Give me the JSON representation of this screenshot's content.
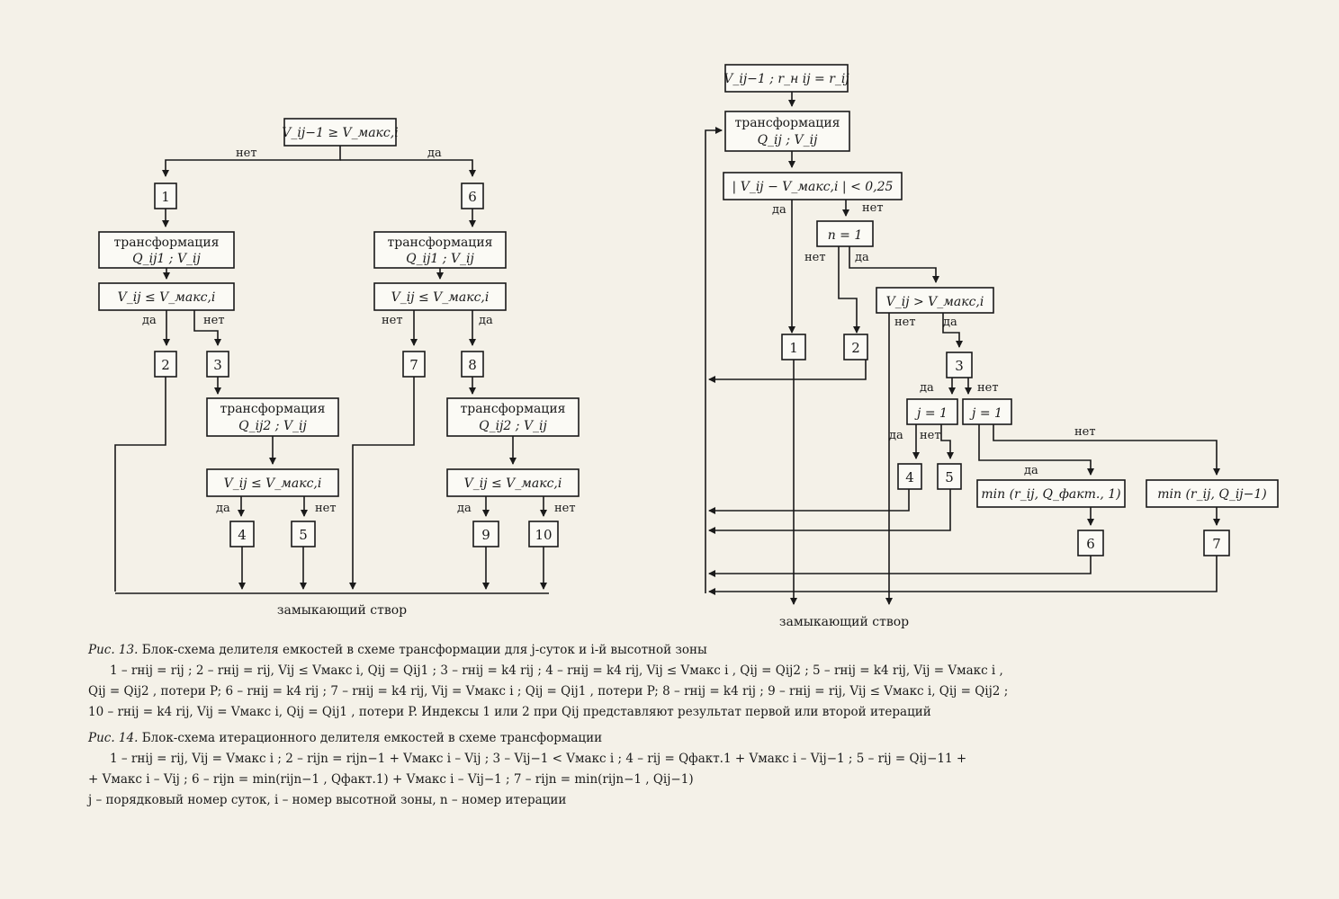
{
  "fig13": {
    "top": "V_ij−1 ≥ V_макс,i",
    "no": "нет",
    "yes": "да",
    "n1": "1",
    "n6": "6",
    "t1": "трансформация",
    "q1": "Q_ij1 ; V_ij",
    "c1": "V_ij ≤ V_макс,i",
    "n2": "2",
    "n3": "3",
    "n7": "7",
    "n8": "8",
    "q2": "Q_ij2 ; V_ij",
    "n4": "4",
    "n5": "5",
    "n9": "9",
    "n10": "10",
    "closing": "замыкающий створ"
  },
  "fig14": {
    "top": "V_ij−1 ; r_н ij = r_ij",
    "t": "трансформация",
    "q": "Q_ij ; V_ij",
    "cond": "| V_ij − V_макс,i | < 0,25",
    "n_eq": "n = 1",
    "gt": "V_ij > V_макс,i",
    "j_eq": "j = 1",
    "min1": "min (r_ij, Q_факт., 1)",
    "min2": "min (r_ij, Q_ij−1)",
    "n1": "1",
    "n2": "2",
    "n3": "3",
    "n4": "4",
    "n5": "5",
    "n6": "6",
    "n7": "7",
    "closing": "замыкающий створ"
  },
  "captions": {
    "fig13_label": "Рис. 13.",
    "fig13_title": "Блок-схема делителя емкостей в схеме трансформации для j-суток и i-й высотной зоны",
    "fig13_line1": "1 – rнij = rij ; 2 – rнij = rij, Vij ≤ Vмакс i, Qij = Qij1 ; 3 – rнij = k4 rij ; 4 – rнij = k4 rij, Vij ≤ Vмакс i , Qij = Qij2 ; 5 – rнij = k4 rij, Vij = Vмакс i ,",
    "fig13_line2": "Qij = Qij2 , потери P; 6 – rнij = k4 rij ; 7 – rнij = k4 rij, Vij = Vмакс i ; Qij = Qij1 , потери P; 8 – rнij = k4 rij ; 9 – rнij = rij, Vij ≤ Vмакс i, Qij = Qij2 ;",
    "fig13_line3": "10 – rнij = k4 rij, Vij = Vмакс i, Qij = Qij1 , потери P. Индексы 1 или 2 при Qij представляют результат первой или второй итераций",
    "fig14_label": "Рис. 14.",
    "fig14_title": "Блок-схема итерационного делителя емкостей в схеме трансформации",
    "fig14_line1": "1 – rнij = rij, Vij = Vмакс i ; 2 – rijn = rijn−1 + Vмакс i – Vij ; 3 – Vij−1 < Vмакс i ; 4 – rij = Qфакт.1 + Vмакс i – Vij−1 ; 5 – rij = Qij−11 +",
    "fig14_line2": "+ Vмакс i – Vij ; 6 – rijn = min(rijn−1 , Qфакт.1) + Vмакс i – Vij−1 ; 7 – rijn = min(rijn−1 , Qij−1)",
    "fig14_line3": "j – порядковый номер суток, i – номер высотной зоны, n – номер итерации"
  }
}
